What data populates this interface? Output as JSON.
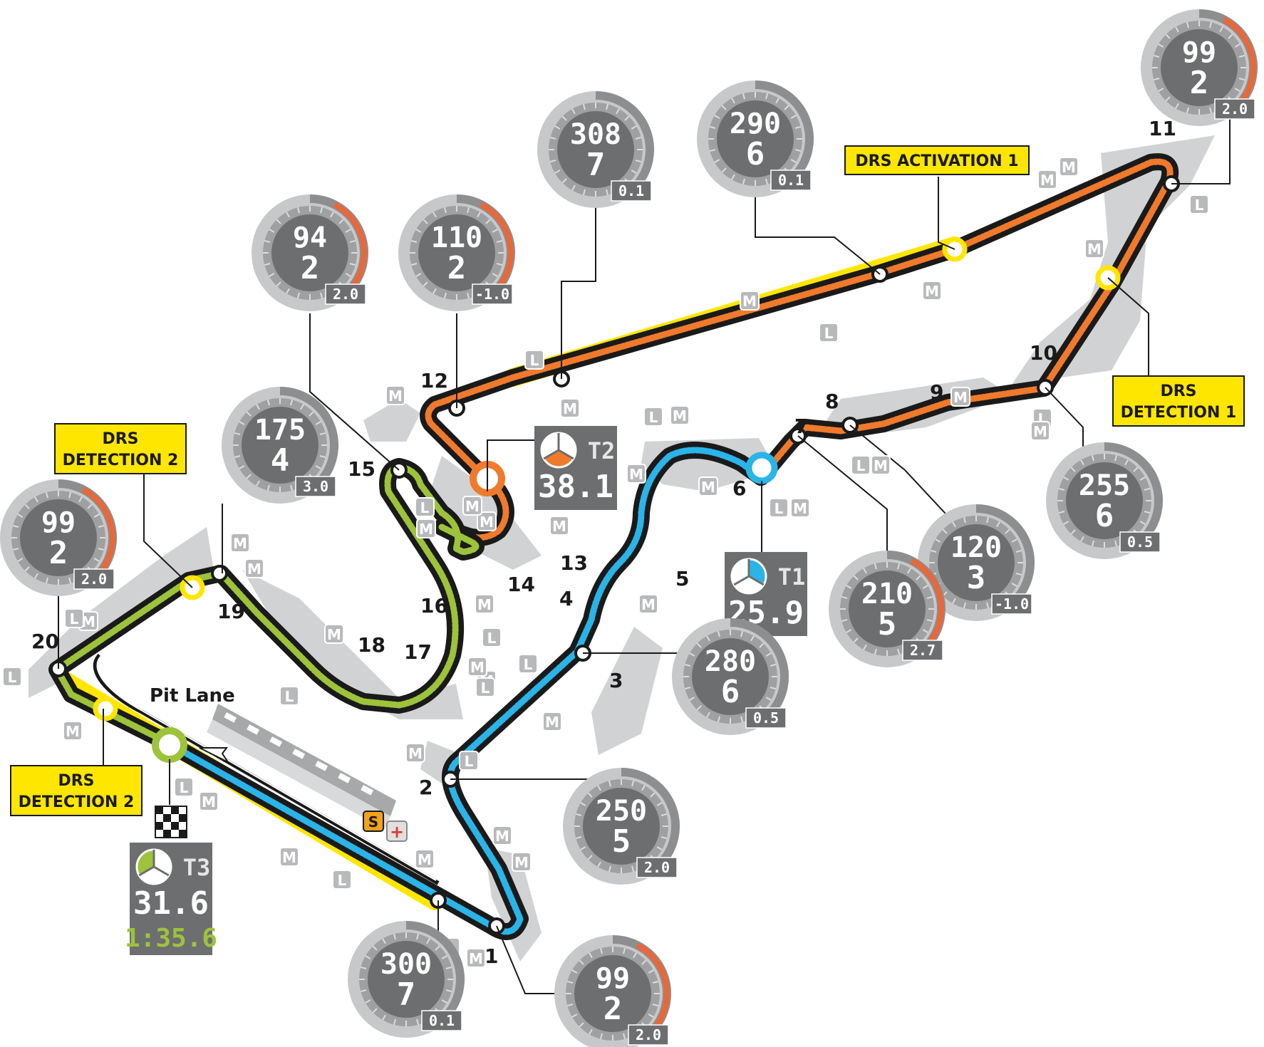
{
  "colors": {
    "sector1": "#2ab4e8",
    "sector2": "#f07a2c",
    "sector3": "#9dc33b",
    "drs": "#ffe600",
    "gauge_face": "#6d6e70",
    "gauge_rim": "#b3b4b6",
    "gauge_tick": "#dcdcdc",
    "gauge_hot": "#e8683a",
    "runoff": "#d1d2d4",
    "track": "#1a1a1a"
  },
  "pit_lane_label": "Pit Lane",
  "pit_tags": {
    "speed_limit": "S",
    "medical": "+"
  },
  "turns": [
    {
      "n": "1"
    },
    {
      "n": "2"
    },
    {
      "n": "3"
    },
    {
      "n": "4"
    },
    {
      "n": "5"
    },
    {
      "n": "6"
    },
    {
      "n": "7"
    },
    {
      "n": "8"
    },
    {
      "n": "9"
    },
    {
      "n": "10"
    },
    {
      "n": "11"
    },
    {
      "n": "12"
    },
    {
      "n": "13"
    },
    {
      "n": "14"
    },
    {
      "n": "15"
    },
    {
      "n": "16"
    },
    {
      "n": "17"
    },
    {
      "n": "18"
    },
    {
      "n": "19"
    },
    {
      "n": "20"
    }
  ],
  "drs_boxes": [
    {
      "line1": "DRS ACTIVATION 1",
      "line2": ""
    },
    {
      "line1": "DRS",
      "line2": "DETECTION 1"
    },
    {
      "line1": "DRS",
      "line2": "DETECTION 2"
    },
    {
      "line1": "DRS",
      "line2": "DETECTION 2"
    }
  ],
  "sectors": [
    {
      "label": "T1",
      "time": "25.9",
      "lap": ""
    },
    {
      "label": "T2",
      "time": "38.1",
      "lap": ""
    },
    {
      "label": "T3",
      "time": "31.6",
      "lap": "1:35.6"
    }
  ],
  "gauges": [
    {
      "speed": "99",
      "gear": "2",
      "g": "2.0",
      "hot": true
    },
    {
      "speed": "290",
      "gear": "6",
      "g": "0.1",
      "hot": false
    },
    {
      "speed": "308",
      "gear": "7",
      "g": "0.1",
      "hot": false
    },
    {
      "speed": "94",
      "gear": "2",
      "g": "2.0",
      "hot": true
    },
    {
      "speed": "110",
      "gear": "2",
      "g": "-1.0",
      "hot": true
    },
    {
      "speed": "175",
      "gear": "4",
      "g": "3.0",
      "hot": false
    },
    {
      "speed": "99",
      "gear": "2",
      "g": "2.0",
      "hot": true
    },
    {
      "speed": "255",
      "gear": "6",
      "g": "0.5",
      "hot": false
    },
    {
      "speed": "120",
      "gear": "3",
      "g": "-1.0",
      "hot": false
    },
    {
      "speed": "210",
      "gear": "5",
      "g": "2.7",
      "hot": true
    },
    {
      "speed": "280",
      "gear": "6",
      "g": "0.5",
      "hot": false
    },
    {
      "speed": "250",
      "gear": "5",
      "g": "2.0",
      "hot": false
    },
    {
      "speed": "300",
      "gear": "7",
      "g": "0.1",
      "hot": false
    },
    {
      "speed": "99",
      "gear": "2",
      "g": "2.0",
      "hot": true
    }
  ],
  "tyre_badges": [
    "M",
    "M",
    "L",
    "M",
    "M",
    "M",
    "L",
    "M",
    "L",
    "L",
    "M",
    "M",
    "M",
    "M",
    "L",
    "M",
    "M",
    "L",
    "M",
    "L",
    "M",
    "M",
    "M",
    "M",
    "L",
    "M",
    "L",
    "M",
    "L",
    "M",
    "L",
    "M",
    "M",
    "M",
    "M",
    "L",
    "L",
    "M",
    "L",
    "M",
    "M",
    "L",
    "M",
    "M",
    "M",
    "L",
    "M",
    "M",
    "L",
    "M",
    "L",
    "M",
    "M",
    "M"
  ]
}
